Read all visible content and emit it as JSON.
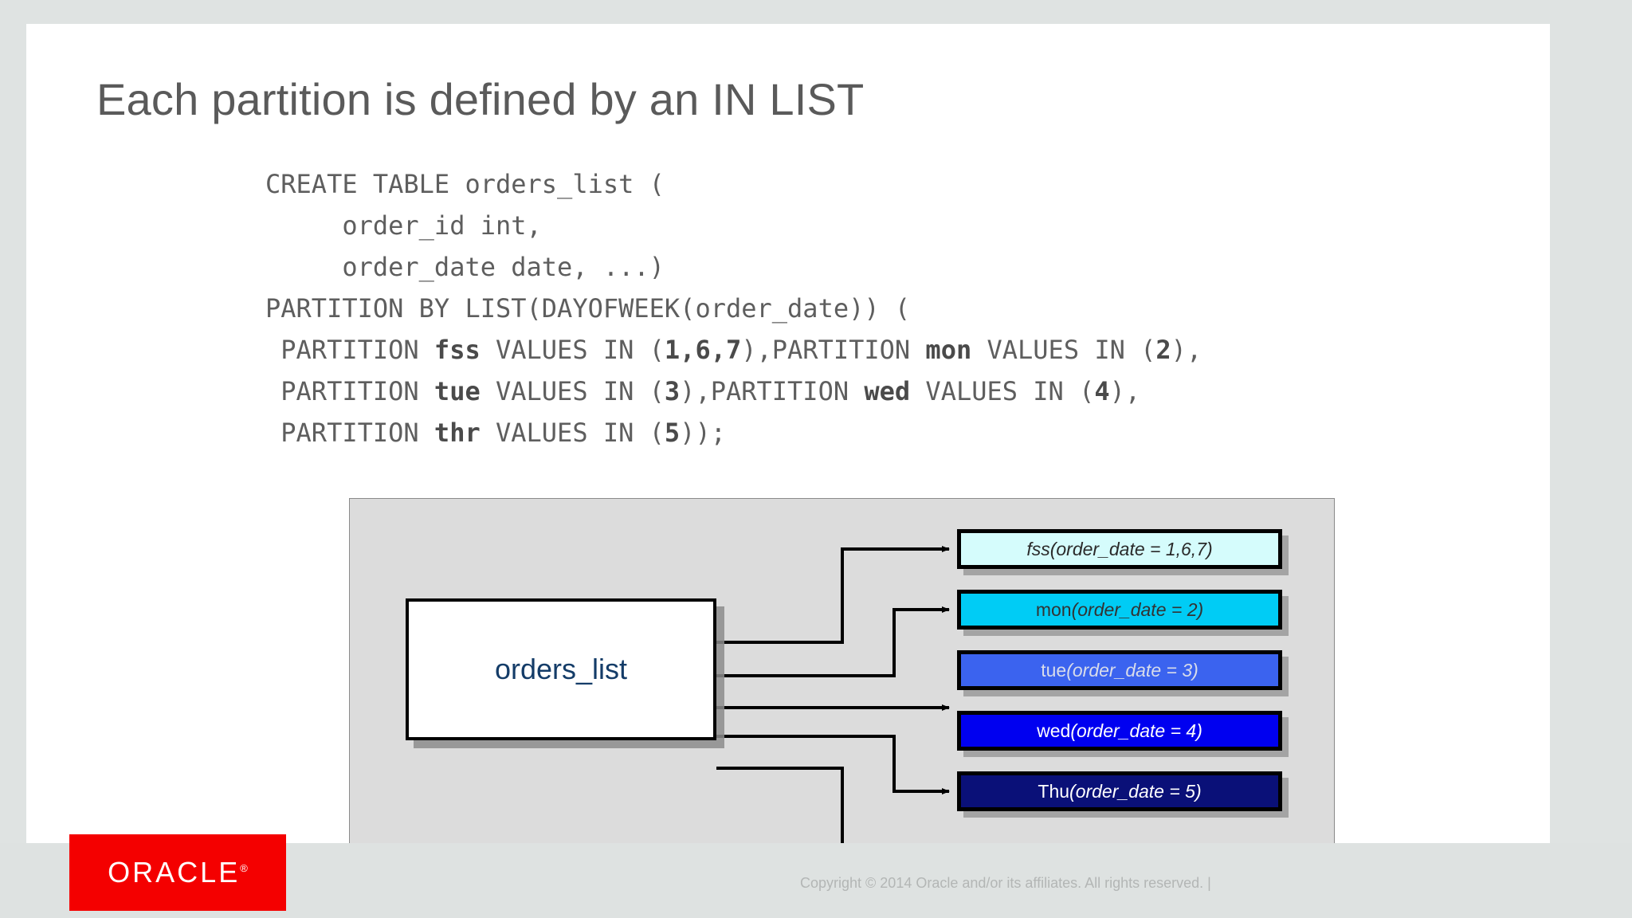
{
  "slide": {
    "title": "Each partition is defined by an IN LIST"
  },
  "code": {
    "lines": [
      {
        "segments": [
          {
            "t": "CREATE TABLE orders_list (",
            "bold": false
          }
        ]
      },
      {
        "segments": [
          {
            "t": "     order_id int,",
            "bold": false
          }
        ]
      },
      {
        "segments": [
          {
            "t": "     order_date date, ...)",
            "bold": false
          }
        ]
      },
      {
        "segments": [
          {
            "t": "PARTITION BY LIST(DAYOFWEEK(order_date)) (",
            "bold": false
          }
        ]
      },
      {
        "segments": [
          {
            "t": " PARTITION ",
            "bold": false
          },
          {
            "t": "fss",
            "bold": true
          },
          {
            "t": " VALUES IN (",
            "bold": false
          },
          {
            "t": "1,6,7",
            "bold": true
          },
          {
            "t": "),PARTITION ",
            "bold": false
          },
          {
            "t": "mon",
            "bold": true
          },
          {
            "t": " VALUES IN (",
            "bold": false
          },
          {
            "t": "2",
            "bold": true
          },
          {
            "t": "),",
            "bold": false
          }
        ]
      },
      {
        "segments": [
          {
            "t": " PARTITION ",
            "bold": false
          },
          {
            "t": "tue",
            "bold": true
          },
          {
            "t": " VALUES IN (",
            "bold": false
          },
          {
            "t": "3",
            "bold": true
          },
          {
            "t": "),PARTITION ",
            "bold": false
          },
          {
            "t": "wed",
            "bold": true
          },
          {
            "t": " VALUES IN (",
            "bold": false
          },
          {
            "t": "4",
            "bold": true
          },
          {
            "t": "),",
            "bold": false
          }
        ]
      },
      {
        "segments": [
          {
            "t": " PARTITION ",
            "bold": false
          },
          {
            "t": "thr",
            "bold": true
          },
          {
            "t": " VALUES IN (",
            "bold": false
          },
          {
            "t": "5",
            "bold": true
          },
          {
            "t": "));",
            "bold": false
          }
        ]
      }
    ]
  },
  "diagram": {
    "source_table": "orders_list",
    "partitions": [
      {
        "name": "fss",
        "condition": "(order_date = 1,6,7)",
        "fill": "#d5fcfc",
        "text": "#2a2a2a"
      },
      {
        "name": "mon",
        "condition": "(order_date = 2)",
        "fill": "#00ccf5",
        "text": "#333333"
      },
      {
        "name": "tue",
        "condition": "(order_date = 3)",
        "fill": "#3b63ef",
        "text": "#d8dcea"
      },
      {
        "name": "wed",
        "condition": "(order_date = 4)",
        "fill": "#0000f0",
        "text": "#ffffff"
      },
      {
        "name": "Thu",
        "condition": "(order_date = 5)",
        "fill": "#0a1078",
        "text": "#ffffff"
      }
    ]
  },
  "footer": {
    "logo_text": "ORACLE",
    "logo_registered": "®",
    "copyright": "Copyright © 2014 Oracle and/or its affiliates. All rights reserved.  |",
    "brand_red": "#f40000"
  }
}
